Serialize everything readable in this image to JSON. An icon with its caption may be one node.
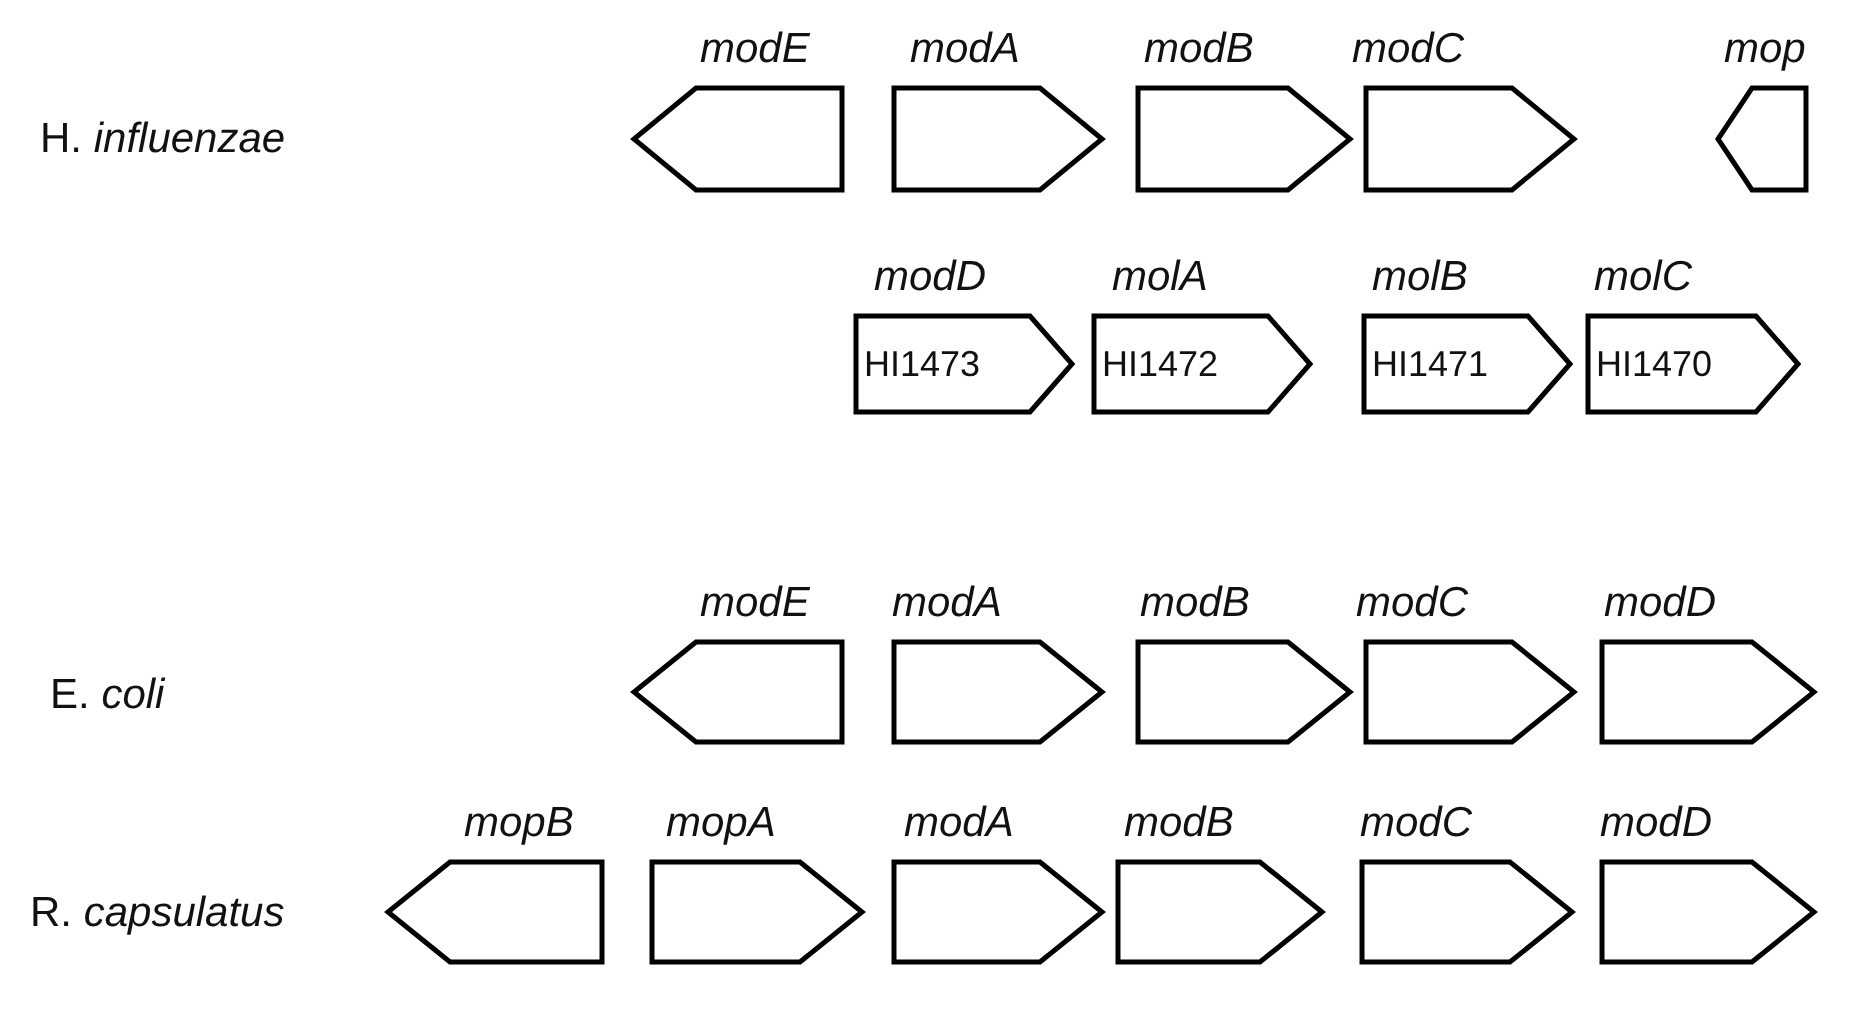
{
  "diagram": {
    "nodes": [
      {
        "text": [
          "modE"
        ]
      },
      {
        "text": [
          "modA"
        ]
      },
      {
        "text": [
          "modB"
        ]
      },
      {
        "text": [
          "modC"
        ]
      },
      {
        "text": [
          "mop"
        ]
      },
      {
        "text": [
          "modD",
          "HI1473"
        ]
      },
      {
        "text": [
          "molA",
          "HI1472"
        ]
      },
      {
        "text": [
          "molB",
          "HI1471"
        ]
      },
      {
        "text": [
          "molC",
          "HI1470"
        ]
      },
      {
        "text": [
          "modE"
        ]
      },
      {
        "text": [
          "modA"
        ]
      },
      {
        "text": [
          "modB"
        ]
      },
      {
        "text": [
          "modC"
        ]
      },
      {
        "text": [
          "modD"
        ]
      },
      {
        "text": [
          "mopB"
        ]
      },
      {
        "text": [
          "mopA"
        ]
      },
      {
        "text": [
          "modA"
        ]
      },
      {
        "text": [
          "modB"
        ]
      },
      {
        "text": [
          "modC"
        ]
      },
      {
        "text": [
          "modD"
        ]
      }
    ],
    "edges": [],
    "labels": [
      "H. *influenzae*",
      "E. *coli*",
      "R. *capsulatus*"
    ]
  }
}
